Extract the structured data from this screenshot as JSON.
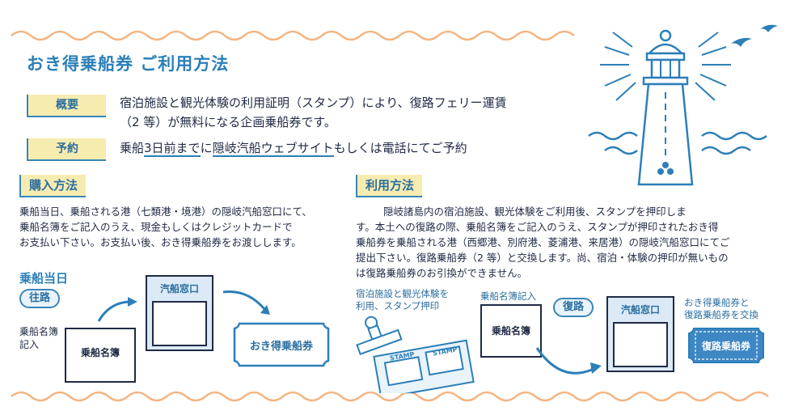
{
  "title": "おき得乗船券 ご利用方法",
  "overview": {
    "tag": "概要",
    "line1": "宿泊施設と観光体験の利用証明（スタンプ）により、復路フェリー運賃",
    "line2": "（2 等）が無料になる企画乗船券です。"
  },
  "reservation": {
    "tag": "予約",
    "text_plain1": "乗船",
    "text_underlined1": "3日前まで",
    "text_plain2": "に",
    "text_underlined2": "隠岐汽船ウェブサイト",
    "text_plain3": "もしくは電話にてご予約"
  },
  "purchase": {
    "heading": "購入方法",
    "line1": "乗船当日、乗船される港（七類港・境港）の隠岐汽船窓口にて、",
    "line2": "乗船名簿をご記入のうえ、現金もしくはクレジットカードで",
    "line3": "お支払い下さい。お支払い後、おき得乗船券をお渡しします。"
  },
  "usage": {
    "heading": "利用方法",
    "line1": "隠岐諸島内の宿泊施設、観光体験をご利用後、スタンプを押印しま",
    "line2": "す。本土への復路の際、乗船名簿をご記入のうえ、スタンプが押印されたおき得",
    "line3": "乗船券を乗船される港（西郷港、別府港、菱浦港、来居港）の隠岐汽船窓口にてご",
    "line4": "提出下さい。復路乗船券（2 等）と交換します。尚、宿泊・体験の押印が無いもの",
    "line5": "は復路乗船券のお引換ができません。"
  },
  "outbound": {
    "day_label": "乗船当日",
    "pill": "往路",
    "form_caption_line1": "乗船名簿",
    "form_caption_line2": "記入",
    "form_box_label": "乗船名簿",
    "counter_label": "汽船窓口",
    "ticket_label": "おき得乗船券"
  },
  "return": {
    "stamp_caption_line1": "宿泊施設と観光体験を",
    "stamp_caption_line2": "利用、スタンプ押印",
    "stamp1": "STAMP",
    "stamp2": "STAMP",
    "form_caption": "乗船名簿記入",
    "form_box_label": "乗船名簿",
    "pill": "復路",
    "counter_label": "汽船窓口",
    "exchange_caption_line1": "おき得乗船券と",
    "exchange_caption_line2": "復路乗船券を交換",
    "return_ticket_label": "復路乗船券"
  },
  "colors": {
    "accent_blue": "#2c7fb8",
    "tag_yellow": "#f7ecb0",
    "wave_orange": "#f2b584",
    "ticket_blue": "#3d87c4"
  }
}
